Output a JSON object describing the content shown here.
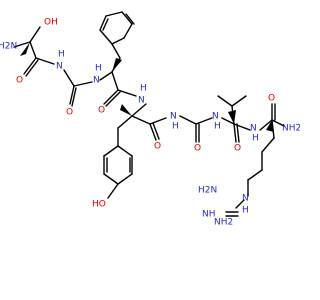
{
  "colors": {
    "bond": "#000000",
    "nitrogen": "#2a2ad8",
    "oxygen": "#e00000",
    "background": "#ffffff"
  },
  "labels": {
    "hydroxyl_top": "OH",
    "amine_top": "H2N",
    "oxygen_ser": "O",
    "nh_1": "H",
    "nh_1_n": "N",
    "oxygen_gly1": "O",
    "nh_2": "H",
    "nh_2_n": "N",
    "oxygen_phe": "O",
    "nh_3": "H",
    "nh_3_n": "N",
    "oxygen_tyr": "O",
    "nh_4": "H",
    "nh_4_n": "N",
    "oxygen_gly2": "O",
    "nh_5": "H",
    "nh_5_n": "N",
    "oxygen_val": "O",
    "nh_6": "H",
    "nh_6_n": "N",
    "oxygen_arg": "O",
    "amide_nh2": "NH2",
    "phenol_oh": "HO",
    "guan_nh2_left": "H2N",
    "guan_nh": "NH",
    "guan_n": "N",
    "guan_h": "H",
    "guan_nh2_right": "NH2"
  }
}
